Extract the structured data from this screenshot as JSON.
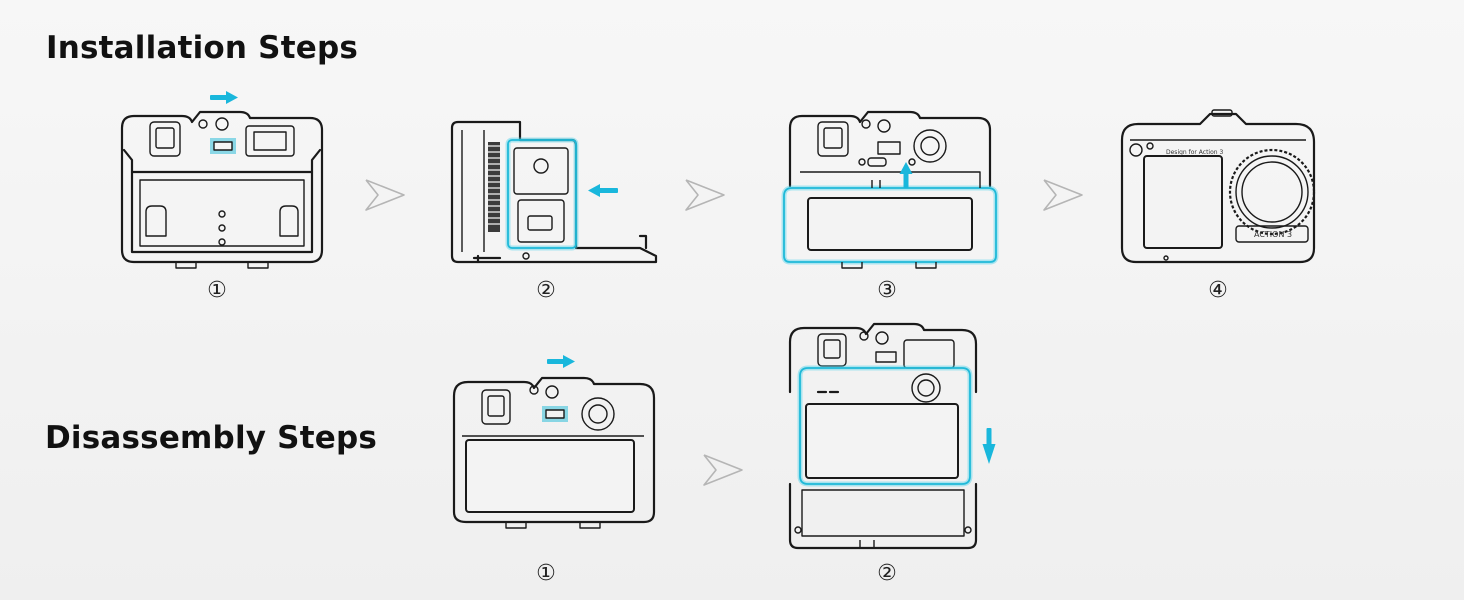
{
  "headings": {
    "installation": "Installation Steps",
    "disassembly": "Disassembly Steps"
  },
  "installation_steps": [
    {
      "marker": "①"
    },
    {
      "marker": "②"
    },
    {
      "marker": "③"
    },
    {
      "marker": "④",
      "engraving": "Design for Action 3",
      "logo": "ACTION 3"
    }
  ],
  "disassembly_steps": [
    {
      "marker": "①"
    },
    {
      "marker": "②"
    }
  ],
  "icons": {
    "step_arrow": "chevron-right-icon",
    "motion_arrow": "arrow-icon"
  },
  "colors": {
    "highlight": "#1fb9d8",
    "line": "#1a1a1a",
    "chevron": "#b5b5b5"
  }
}
